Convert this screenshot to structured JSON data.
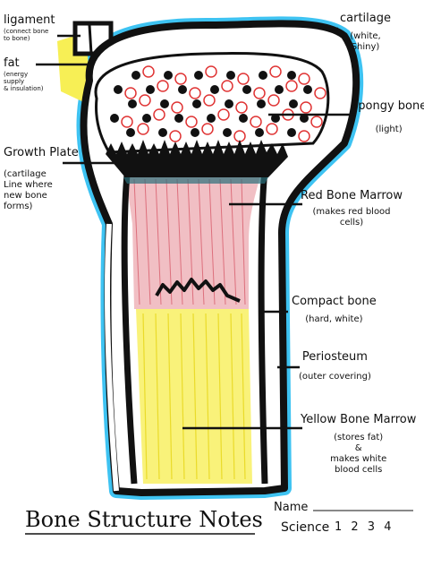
{
  "labels": {
    "ligament": {
      "title": "ligament",
      "desc": "(connect bone\nto bone)"
    },
    "fat": {
      "title": "fat",
      "desc": "(energy\nsupply\n& insulation)"
    },
    "cartilage": {
      "title": "cartilage",
      "desc": "(white,\nShiny)"
    },
    "spongy_bone": {
      "title": "Spongy bone",
      "desc": "(light)"
    },
    "growth_plate": {
      "title": "Growth Plate",
      "desc": "(cartilage\nLine where\nnew bone\nforms)"
    },
    "red_marrow": {
      "title": "Red Bone Marrow",
      "desc": "(makes red blood\ncells)"
    },
    "compact_bone": {
      "title": "Compact bone",
      "desc": "(hard, white)"
    },
    "periosteum": {
      "title": "Periosteum",
      "desc": "(outer covering)"
    },
    "yellow_marrow": {
      "title": "Yellow Bone Marrow",
      "desc": "(stores fat)\n&\nmakes white\nblood cells"
    }
  },
  "footer": {
    "title": "Bone Structure Notes",
    "name_label": "Name",
    "class_label": "Science",
    "periods": "1 2 3 4"
  },
  "colors": {
    "outline": "#111111",
    "periosteum_blue": "#3ec3f2",
    "fat_yellow": "#f7ef55",
    "red_marrow": "#e58a93",
    "yellow_marrow": "#f9f27a",
    "spongy_red": "#e03535"
  }
}
